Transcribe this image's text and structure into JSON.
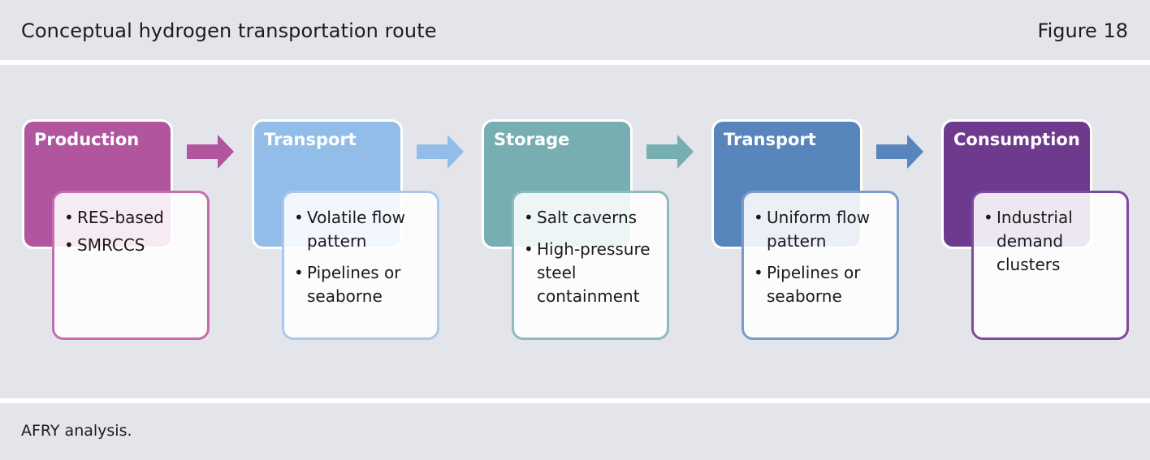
{
  "header": {
    "title": "Conceptual hydrogen transportation route",
    "figure": "Figure 18"
  },
  "stages": [
    {
      "title": "Production",
      "color": "#b0559e",
      "border": "#c46db0",
      "items": [
        "RES-based",
        "SMRCCS"
      ]
    },
    {
      "title": "Transport",
      "color": "#92bde8",
      "border": "#a9c9ec",
      "items": [
        "Volatile flow pattern",
        "Pipelines or seaborne"
      ]
    },
    {
      "title": "Storage",
      "color": "#77aeb2",
      "border": "#8dbcbf",
      "items": [
        "Salt caverns",
        "High-pressure steel containment"
      ]
    },
    {
      "title": "Transport",
      "color": "#5885bb",
      "border": "#7b9ccb",
      "items": [
        "Uniform flow pattern",
        "Pipelines or seaborne"
      ]
    },
    {
      "title": "Consumption",
      "color": "#6d3a8e",
      "border": "#7e4a9d",
      "items": [
        "Industrial demand clusters"
      ]
    }
  ],
  "arrow_colors": [
    "#b0559e",
    "#92bde8",
    "#77aeb2",
    "#5885bb"
  ],
  "footer": {
    "source": "AFRY analysis."
  }
}
